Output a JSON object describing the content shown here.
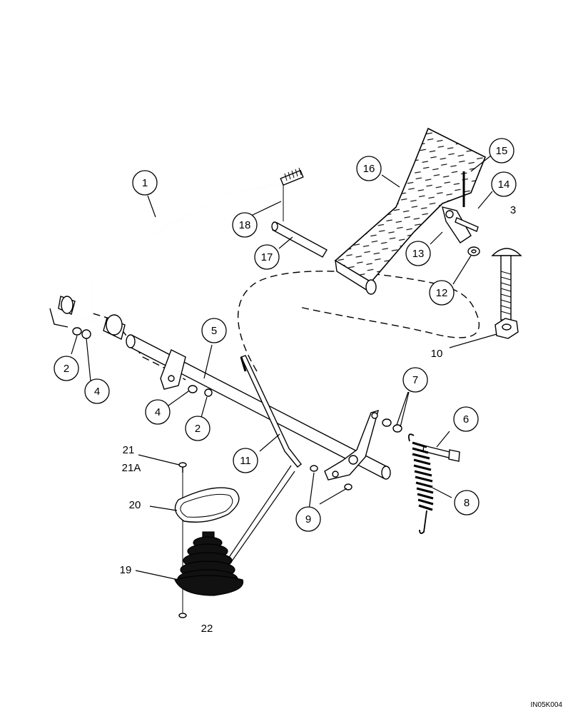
{
  "figure_code": "IN05K004",
  "callouts": {
    "c1": "1",
    "c2a": "2",
    "c2b": "2",
    "c3": "3",
    "c4a": "4",
    "c4b": "4",
    "c5": "5",
    "c6": "6",
    "c7": "7",
    "c8": "8",
    "c9": "9",
    "c10": "10",
    "c11": "11",
    "c12": "12",
    "c13": "13",
    "c14": "14",
    "c15": "15",
    "c16": "16",
    "c17": "17",
    "c18": "18",
    "c19": "19",
    "c20": "20",
    "c21": "21",
    "c21a": "21A",
    "c22": "22"
  }
}
